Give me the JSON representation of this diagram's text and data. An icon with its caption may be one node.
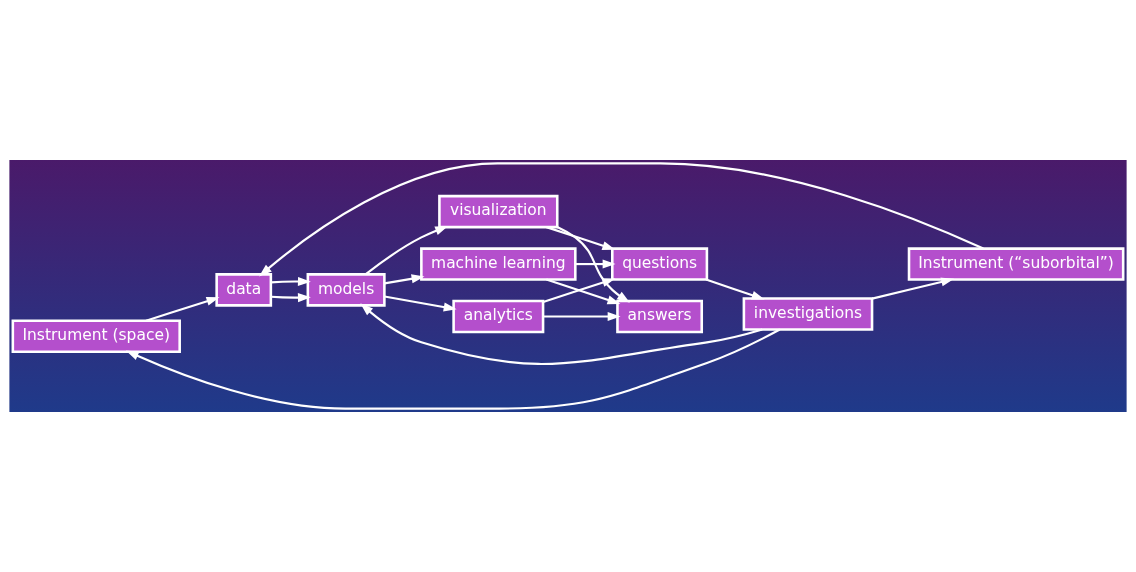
{
  "diagram": {
    "nodes": [
      {
        "text": [
          "Instrument (space)"
        ]
      },
      {
        "text": [
          "data"
        ]
      },
      {
        "text": [
          "models"
        ]
      },
      {
        "text": [
          "visualization"
        ]
      },
      {
        "text": [
          "answers"
        ]
      },
      {
        "text": [
          "machine learning"
        ]
      },
      {
        "text": [
          "questions"
        ]
      },
      {
        "text": [
          "Instrument (“suborbital”)"
        ]
      },
      {
        "text": [
          "analytics"
        ]
      },
      {
        "text": [
          "investigations"
        ]
      }
    ],
    "edges": [
      {
        "from": 0,
        "to": 1,
        "arrow": "to"
      },
      {
        "from": 7,
        "to": 1,
        "arrow": "to"
      },
      {
        "from": 1,
        "to": 2,
        "arrow": "to"
      },
      {
        "from": 1,
        "to": 2,
        "arrow": "to"
      },
      {
        "from": 2,
        "to": 3,
        "arrow": "to"
      },
      {
        "from": 2,
        "to": 5,
        "arrow": "to"
      },
      {
        "from": 2,
        "to": 8,
        "arrow": "to"
      },
      {
        "from": 3,
        "to": 4,
        "arrow": "to"
      },
      {
        "from": 3,
        "to": 6,
        "arrow": "to"
      },
      {
        "from": 5,
        "to": 6,
        "arrow": "to"
      },
      {
        "from": 5,
        "to": 4,
        "arrow": "to"
      },
      {
        "from": 8,
        "to": 4,
        "arrow": "to"
      },
      {
        "from": 8,
        "to": 6,
        "arrow": "to"
      },
      {
        "from": 6,
        "to": 9,
        "arrow": "to"
      },
      {
        "from": 9,
        "to": 0,
        "arrow": "to"
      },
      {
        "from": 9,
        "to": 7,
        "arrow": "to"
      },
      {
        "from": 9,
        "to": 2,
        "arrow": "to"
      }
    ]
  }
}
